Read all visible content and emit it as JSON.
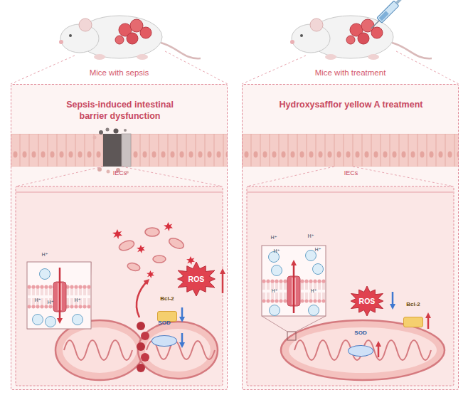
{
  "diagram": {
    "nodes": [
      {
        "text": [
          "Mice with sepsis",
          "Sepsis-induced intestinal barrier dysfunction"
        ]
      },
      {
        "text": [
          "IECs"
        ],
        "in": 0
      },
      {
        "text": [
          "H⁺"
        ],
        "in": 0
      },
      {
        "text": [
          "H⁺"
        ],
        "in": 0
      },
      {
        "text": [
          "H⁺"
        ],
        "in": 0
      },
      {
        "text": [
          "H⁺"
        ],
        "in": 0
      },
      {
        "text": [
          "ROS"
        ],
        "in": 0
      },
      {
        "text": [
          "Bcl-2"
        ],
        "in": 0
      },
      {
        "text": [
          "SOD"
        ],
        "in": 0
      },
      {
        "text": [
          "Mice with treatment",
          "Hydroxysafflor yellow A treatment"
        ]
      },
      {
        "text": [
          "IECs"
        ],
        "in": 9
      },
      {
        "text": [
          "H⁺"
        ],
        "in": 9
      },
      {
        "text": [
          "H⁺"
        ],
        "in": 9
      },
      {
        "text": [
          "H⁺"
        ],
        "in": 9
      },
      {
        "text": [
          "H⁺"
        ],
        "in": 9
      },
      {
        "text": [
          "H⁺"
        ],
        "in": 9
      },
      {
        "text": [
          "H⁺"
        ],
        "in": 9
      },
      {
        "text": [
          "ROS"
        ],
        "in": 9
      },
      {
        "text": [
          "Bcl-2"
        ],
        "in": 9
      },
      {
        "text": [
          "SOD"
        ],
        "in": 9
      }
    ]
  }
}
